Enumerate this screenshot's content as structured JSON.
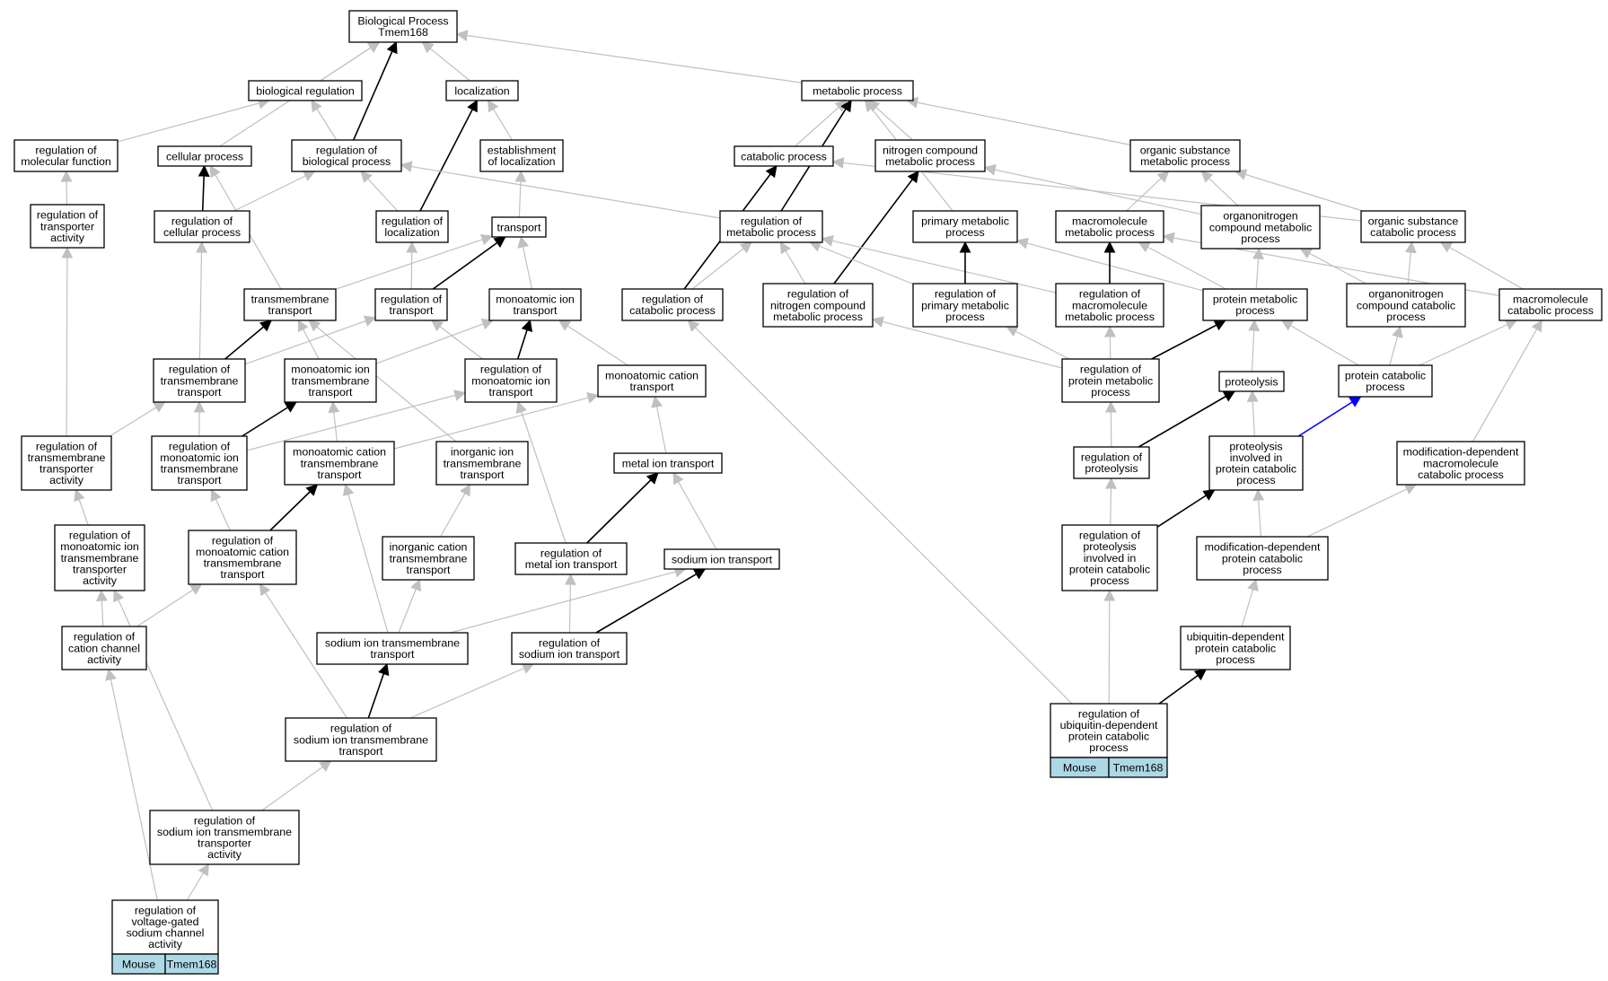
{
  "graph": {
    "root": "Biological Process\nTmem168",
    "annotations": [
      {
        "node": "reg_vgsc",
        "species": "Mouse",
        "gene": "Tmem168"
      },
      {
        "node": "reg_ub",
        "species": "Mouse",
        "gene": "Tmem168"
      }
    ],
    "edge_colors": {
      "is_a": "#c0c0c0",
      "regulates": "#000000",
      "part_of": "#0000ff"
    },
    "annotation_color": "#add8e6",
    "nodes": [
      {
        "id": "root",
        "label": "Biological Process\nTmem168"
      },
      {
        "id": "bioreg",
        "label": "biological regulation"
      },
      {
        "id": "loc",
        "label": "localization"
      },
      {
        "id": "metab",
        "label": "metabolic process"
      },
      {
        "id": "reg_mf",
        "label": "regulation of\nmolecular function"
      },
      {
        "id": "cellproc",
        "label": "cellular process"
      },
      {
        "id": "reg_bp",
        "label": "regulation of\nbiological process"
      },
      {
        "id": "estloc",
        "label": "establishment\nof localization"
      },
      {
        "id": "catab",
        "label": "catabolic process"
      },
      {
        "id": "nitro",
        "label": "nitrogen compound\nmetabolic process"
      },
      {
        "id": "orgsub",
        "label": "organic substance\nmetabolic process"
      },
      {
        "id": "reg_ta",
        "label": "regulation of\ntransporter\nactivity"
      },
      {
        "id": "reg_cp",
        "label": "regulation of\ncellular process"
      },
      {
        "id": "reg_loc",
        "label": "regulation of\nlocalization"
      },
      {
        "id": "transport",
        "label": "transport"
      },
      {
        "id": "reg_mp",
        "label": "regulation of\nmetabolic process"
      },
      {
        "id": "primmet",
        "label": "primary metabolic\nprocess"
      },
      {
        "id": "macromet",
        "label": "macromolecule\nmetabolic process"
      },
      {
        "id": "orgnitro",
        "label": "organonitrogen\ncompound metabolic\nprocess"
      },
      {
        "id": "orgsubcat",
        "label": "organic substance\ncatabolic process"
      },
      {
        "id": "tmt",
        "label": "transmembrane\ntransport"
      },
      {
        "id": "reg_tr",
        "label": "regulation of\ntransport"
      },
      {
        "id": "mit",
        "label": "monoatomic ion\ntransport"
      },
      {
        "id": "reg_catab",
        "label": "regulation of\ncatabolic process"
      },
      {
        "id": "reg_nitro",
        "label": "regulation of\nnitrogen compound\nmetabolic process"
      },
      {
        "id": "reg_prim",
        "label": "regulation of\nprimary metabolic\nprocess"
      },
      {
        "id": "reg_macro",
        "label": "regulation of\nmacromolecule\nmetabolic process"
      },
      {
        "id": "protmet",
        "label": "protein metabolic\nprocess"
      },
      {
        "id": "orgnitrocat",
        "label": "organonitrogen\ncompound catabolic\nprocess"
      },
      {
        "id": "macrocat",
        "label": "macromolecule\ncatabolic process"
      },
      {
        "id": "reg_tmt",
        "label": "regulation of\ntransmembrane\ntransport"
      },
      {
        "id": "mitmt",
        "label": "monoatomic ion\ntransmembrane\ntransport"
      },
      {
        "id": "reg_mit",
        "label": "regulation of\nmonoatomic ion\ntransport"
      },
      {
        "id": "mct",
        "label": "monoatomic cation\ntransport"
      },
      {
        "id": "reg_protmet",
        "label": "regulation of\nprotein metabolic\nprocess"
      },
      {
        "id": "proteolysis",
        "label": "proteolysis"
      },
      {
        "id": "protcat",
        "label": "protein catabolic\nprocess"
      },
      {
        "id": "reg_tmta",
        "label": "regulation of\ntransmembrane\ntransporter\nactivity"
      },
      {
        "id": "reg_mitmt",
        "label": "regulation of\nmonoatomic ion\ntransmembrane\ntransport"
      },
      {
        "id": "mctmt",
        "label": "monoatomic cation\ntransmembrane\ntransport"
      },
      {
        "id": "iitmt",
        "label": "inorganic ion\ntransmembrane\ntransport"
      },
      {
        "id": "metal",
        "label": "metal ion transport"
      },
      {
        "id": "reg_prot",
        "label": "regulation of\nproteolysis"
      },
      {
        "id": "protinv",
        "label": "proteolysis\ninvolved in\nprotein catabolic\nprocess"
      },
      {
        "id": "moddep",
        "label": "modification-dependent\nmacromolecule\ncatabolic process"
      },
      {
        "id": "reg_mitmta",
        "label": "regulation of\nmonoatomic ion\ntransmembrane\ntransporter\nactivity"
      },
      {
        "id": "reg_mctmt",
        "label": "regulation of\nmonoatomic cation\ntransmembrane\ntransport"
      },
      {
        "id": "ictmt",
        "label": "inorganic cation\ntransmembrane\ntransport"
      },
      {
        "id": "reg_metal",
        "label": "regulation of\nmetal ion transport"
      },
      {
        "id": "sodium",
        "label": "sodium ion transport"
      },
      {
        "id": "reg_protinv",
        "label": "regulation of\nproteolysis\ninvolved in\nprotein catabolic\nprocess"
      },
      {
        "id": "moddepprot",
        "label": "modification-dependent\nprotein catabolic\nprocess"
      },
      {
        "id": "reg_ccha",
        "label": "regulation of\ncation channel\nactivity"
      },
      {
        "id": "sitmt",
        "label": "sodium ion transmembrane\ntransport"
      },
      {
        "id": "reg_sit",
        "label": "regulation of\nsodium ion transport"
      },
      {
        "id": "ubdep",
        "label": "ubiquitin-dependent\nprotein catabolic\nprocess"
      },
      {
        "id": "reg_sitmt",
        "label": "regulation of\nsodium ion transmembrane\ntransport"
      },
      {
        "id": "reg_ub",
        "label": "regulation of\nubiquitin-dependent\nprotein catabolic\nprocess"
      },
      {
        "id": "reg_sitmta",
        "label": "regulation of\nsodium ion transmembrane\ntransporter\nactivity"
      },
      {
        "id": "reg_vgsc",
        "label": "regulation of\nvoltage-gated\nsodium channel\nactivity"
      }
    ],
    "edges": [
      {
        "from": "bioreg",
        "to": "root",
        "type": "is_a"
      },
      {
        "from": "loc",
        "to": "root",
        "type": "is_a"
      },
      {
        "from": "metab",
        "to": "root",
        "type": "is_a"
      },
      {
        "from": "cellproc",
        "to": "root",
        "type": "is_a"
      },
      {
        "from": "reg_bp",
        "to": "root",
        "type": "regulates"
      },
      {
        "from": "reg_mf",
        "to": "bioreg",
        "type": "is_a"
      },
      {
        "from": "reg_bp",
        "to": "bioreg",
        "type": "is_a"
      },
      {
        "from": "estloc",
        "to": "loc",
        "type": "is_a"
      },
      {
        "from": "reg_loc",
        "to": "loc",
        "type": "regulates"
      },
      {
        "from": "catab",
        "to": "metab",
        "type": "is_a"
      },
      {
        "from": "nitro",
        "to": "metab",
        "type": "is_a"
      },
      {
        "from": "orgsub",
        "to": "metab",
        "type": "is_a"
      },
      {
        "from": "primmet",
        "to": "metab",
        "type": "is_a"
      },
      {
        "from": "reg_mp",
        "to": "metab",
        "type": "regulates"
      },
      {
        "from": "reg_ta",
        "to": "reg_mf",
        "type": "is_a"
      },
      {
        "from": "reg_cp",
        "to": "cellproc",
        "type": "regulates"
      },
      {
        "from": "tmt",
        "to": "cellproc",
        "type": "is_a"
      },
      {
        "from": "reg_cp",
        "to": "reg_bp",
        "type": "is_a"
      },
      {
        "from": "reg_loc",
        "to": "reg_bp",
        "type": "is_a"
      },
      {
        "from": "reg_mp",
        "to": "reg_bp",
        "type": "is_a"
      },
      {
        "from": "transport",
        "to": "estloc",
        "type": "is_a"
      },
      {
        "from": "reg_catab",
        "to": "catab",
        "type": "regulates"
      },
      {
        "from": "reg_nitro",
        "to": "nitro",
        "type": "regulates"
      },
      {
        "from": "orgnitro",
        "to": "nitro",
        "type": "is_a"
      },
      {
        "from": "macromet",
        "to": "orgsub",
        "type": "is_a"
      },
      {
        "from": "orgnitro",
        "to": "orgsub",
        "type": "is_a"
      },
      {
        "from": "orgsubcat",
        "to": "orgsub",
        "type": "is_a"
      },
      {
        "from": "orgsubcat",
        "to": "catab",
        "type": "is_a"
      },
      {
        "from": "reg_tmt",
        "to": "reg_cp",
        "type": "is_a"
      },
      {
        "from": "reg_tr",
        "to": "reg_loc",
        "type": "is_a"
      },
      {
        "from": "reg_tr",
        "to": "transport",
        "type": "regulates"
      },
      {
        "from": "tmt",
        "to": "transport",
        "type": "is_a"
      },
      {
        "from": "mit",
        "to": "transport",
        "type": "is_a"
      },
      {
        "from": "reg_catab",
        "to": "reg_mp",
        "type": "is_a"
      },
      {
        "from": "reg_nitro",
        "to": "reg_mp",
        "type": "is_a"
      },
      {
        "from": "reg_prim",
        "to": "reg_mp",
        "type": "is_a"
      },
      {
        "from": "reg_macro",
        "to": "reg_mp",
        "type": "is_a"
      },
      {
        "from": "reg_prim",
        "to": "primmet",
        "type": "regulates"
      },
      {
        "from": "protmet",
        "to": "primmet",
        "type": "is_a"
      },
      {
        "from": "reg_macro",
        "to": "macromet",
        "type": "regulates"
      },
      {
        "from": "protmet",
        "to": "macromet",
        "type": "is_a"
      },
      {
        "from": "macrocat",
        "to": "macromet",
        "type": "is_a"
      },
      {
        "from": "protmet",
        "to": "orgnitro",
        "type": "is_a"
      },
      {
        "from": "orgnitrocat",
        "to": "orgnitro",
        "type": "is_a"
      },
      {
        "from": "orgnitrocat",
        "to": "orgsubcat",
        "type": "is_a"
      },
      {
        "from": "macrocat",
        "to": "orgsubcat",
        "type": "is_a"
      },
      {
        "from": "reg_tmt",
        "to": "tmt",
        "type": "regulates"
      },
      {
        "from": "mitmt",
        "to": "tmt",
        "type": "is_a"
      },
      {
        "from": "reg_tmt",
        "to": "reg_tr",
        "type": "is_a"
      },
      {
        "from": "reg_mit",
        "to": "reg_tr",
        "type": "is_a"
      },
      {
        "from": "reg_mit",
        "to": "mit",
        "type": "regulates"
      },
      {
        "from": "mitmt",
        "to": "mit",
        "type": "is_a"
      },
      {
        "from": "mct",
        "to": "mit",
        "type": "is_a"
      },
      {
        "from": "reg_protmet",
        "to": "reg_prim",
        "type": "is_a"
      },
      {
        "from": "reg_protmet",
        "to": "reg_macro",
        "type": "is_a"
      },
      {
        "from": "reg_protmet",
        "to": "reg_nitro",
        "type": "is_a"
      },
      {
        "from": "reg_protmet",
        "to": "protmet",
        "type": "regulates"
      },
      {
        "from": "proteolysis",
        "to": "protmet",
        "type": "is_a"
      },
      {
        "from": "protcat",
        "to": "protmet",
        "type": "is_a"
      },
      {
        "from": "protcat",
        "to": "orgnitrocat",
        "type": "is_a"
      },
      {
        "from": "protcat",
        "to": "macrocat",
        "type": "is_a"
      },
      {
        "from": "reg_tmta",
        "to": "reg_ta",
        "type": "is_a"
      },
      {
        "from": "reg_tmta",
        "to": "reg_tmt",
        "type": "is_a"
      },
      {
        "from": "reg_mitmt",
        "to": "reg_tmt",
        "type": "is_a"
      },
      {
        "from": "reg_mitmt",
        "to": "mitmt",
        "type": "regulates"
      },
      {
        "from": "reg_mitmt",
        "to": "reg_mit",
        "type": "is_a"
      },
      {
        "from": "mctmt",
        "to": "mitmt",
        "type": "is_a"
      },
      {
        "from": "mctmt",
        "to": "mct",
        "type": "is_a"
      },
      {
        "from": "iitmt",
        "to": "tmt",
        "type": "is_a"
      },
      {
        "from": "metal",
        "to": "mct",
        "type": "is_a"
      },
      {
        "from": "reg_metal",
        "to": "reg_mit",
        "type": "is_a"
      },
      {
        "from": "reg_prot",
        "to": "reg_protmet",
        "type": "is_a"
      },
      {
        "from": "reg_prot",
        "to": "proteolysis",
        "type": "regulates"
      },
      {
        "from": "protinv",
        "to": "proteolysis",
        "type": "is_a"
      },
      {
        "from": "protinv",
        "to": "protcat",
        "type": "part_of"
      },
      {
        "from": "moddep",
        "to": "macrocat",
        "type": "is_a"
      },
      {
        "from": "reg_mitmta",
        "to": "reg_tmta",
        "type": "is_a"
      },
      {
        "from": "reg_mctmt",
        "to": "reg_mitmt",
        "type": "is_a"
      },
      {
        "from": "reg_mctmt",
        "to": "mctmt",
        "type": "regulates"
      },
      {
        "from": "ictmt",
        "to": "iitmt",
        "type": "is_a"
      },
      {
        "from": "reg_metal",
        "to": "metal",
        "type": "regulates"
      },
      {
        "from": "sodium",
        "to": "metal",
        "type": "is_a"
      },
      {
        "from": "reg_protinv",
        "to": "reg_prot",
        "type": "is_a"
      },
      {
        "from": "reg_protinv",
        "to": "protinv",
        "type": "regulates"
      },
      {
        "from": "moddepprot",
        "to": "protinv",
        "type": "is_a"
      },
      {
        "from": "moddepprot",
        "to": "moddep",
        "type": "is_a"
      },
      {
        "from": "reg_ccha",
        "to": "reg_mitmta",
        "type": "is_a"
      },
      {
        "from": "reg_ccha",
        "to": "reg_mctmt",
        "type": "is_a"
      },
      {
        "from": "sitmt",
        "to": "mctmt",
        "type": "is_a"
      },
      {
        "from": "sitmt",
        "to": "ictmt",
        "type": "is_a"
      },
      {
        "from": "sitmt",
        "to": "sodium",
        "type": "is_a"
      },
      {
        "from": "reg_sit",
        "to": "reg_metal",
        "type": "is_a"
      },
      {
        "from": "reg_sit",
        "to": "sodium",
        "type": "regulates"
      },
      {
        "from": "ubdep",
        "to": "moddepprot",
        "type": "is_a"
      },
      {
        "from": "reg_sitmt",
        "to": "reg_mctmt",
        "type": "is_a"
      },
      {
        "from": "reg_sitmt",
        "to": "sitmt",
        "type": "regulates"
      },
      {
        "from": "reg_sitmt",
        "to": "reg_sit",
        "type": "is_a"
      },
      {
        "from": "reg_ub",
        "to": "reg_protinv",
        "type": "is_a"
      },
      {
        "from": "reg_ub",
        "to": "ubdep",
        "type": "regulates"
      },
      {
        "from": "reg_ub",
        "to": "reg_catab",
        "type": "is_a"
      },
      {
        "from": "reg_sitmta",
        "to": "reg_sitmt",
        "type": "is_a"
      },
      {
        "from": "reg_sitmta",
        "to": "reg_mitmta",
        "type": "is_a"
      },
      {
        "from": "reg_vgsc",
        "to": "reg_sitmta",
        "type": "is_a"
      },
      {
        "from": "reg_vgsc",
        "to": "reg_ccha",
        "type": "is_a"
      }
    ]
  }
}
